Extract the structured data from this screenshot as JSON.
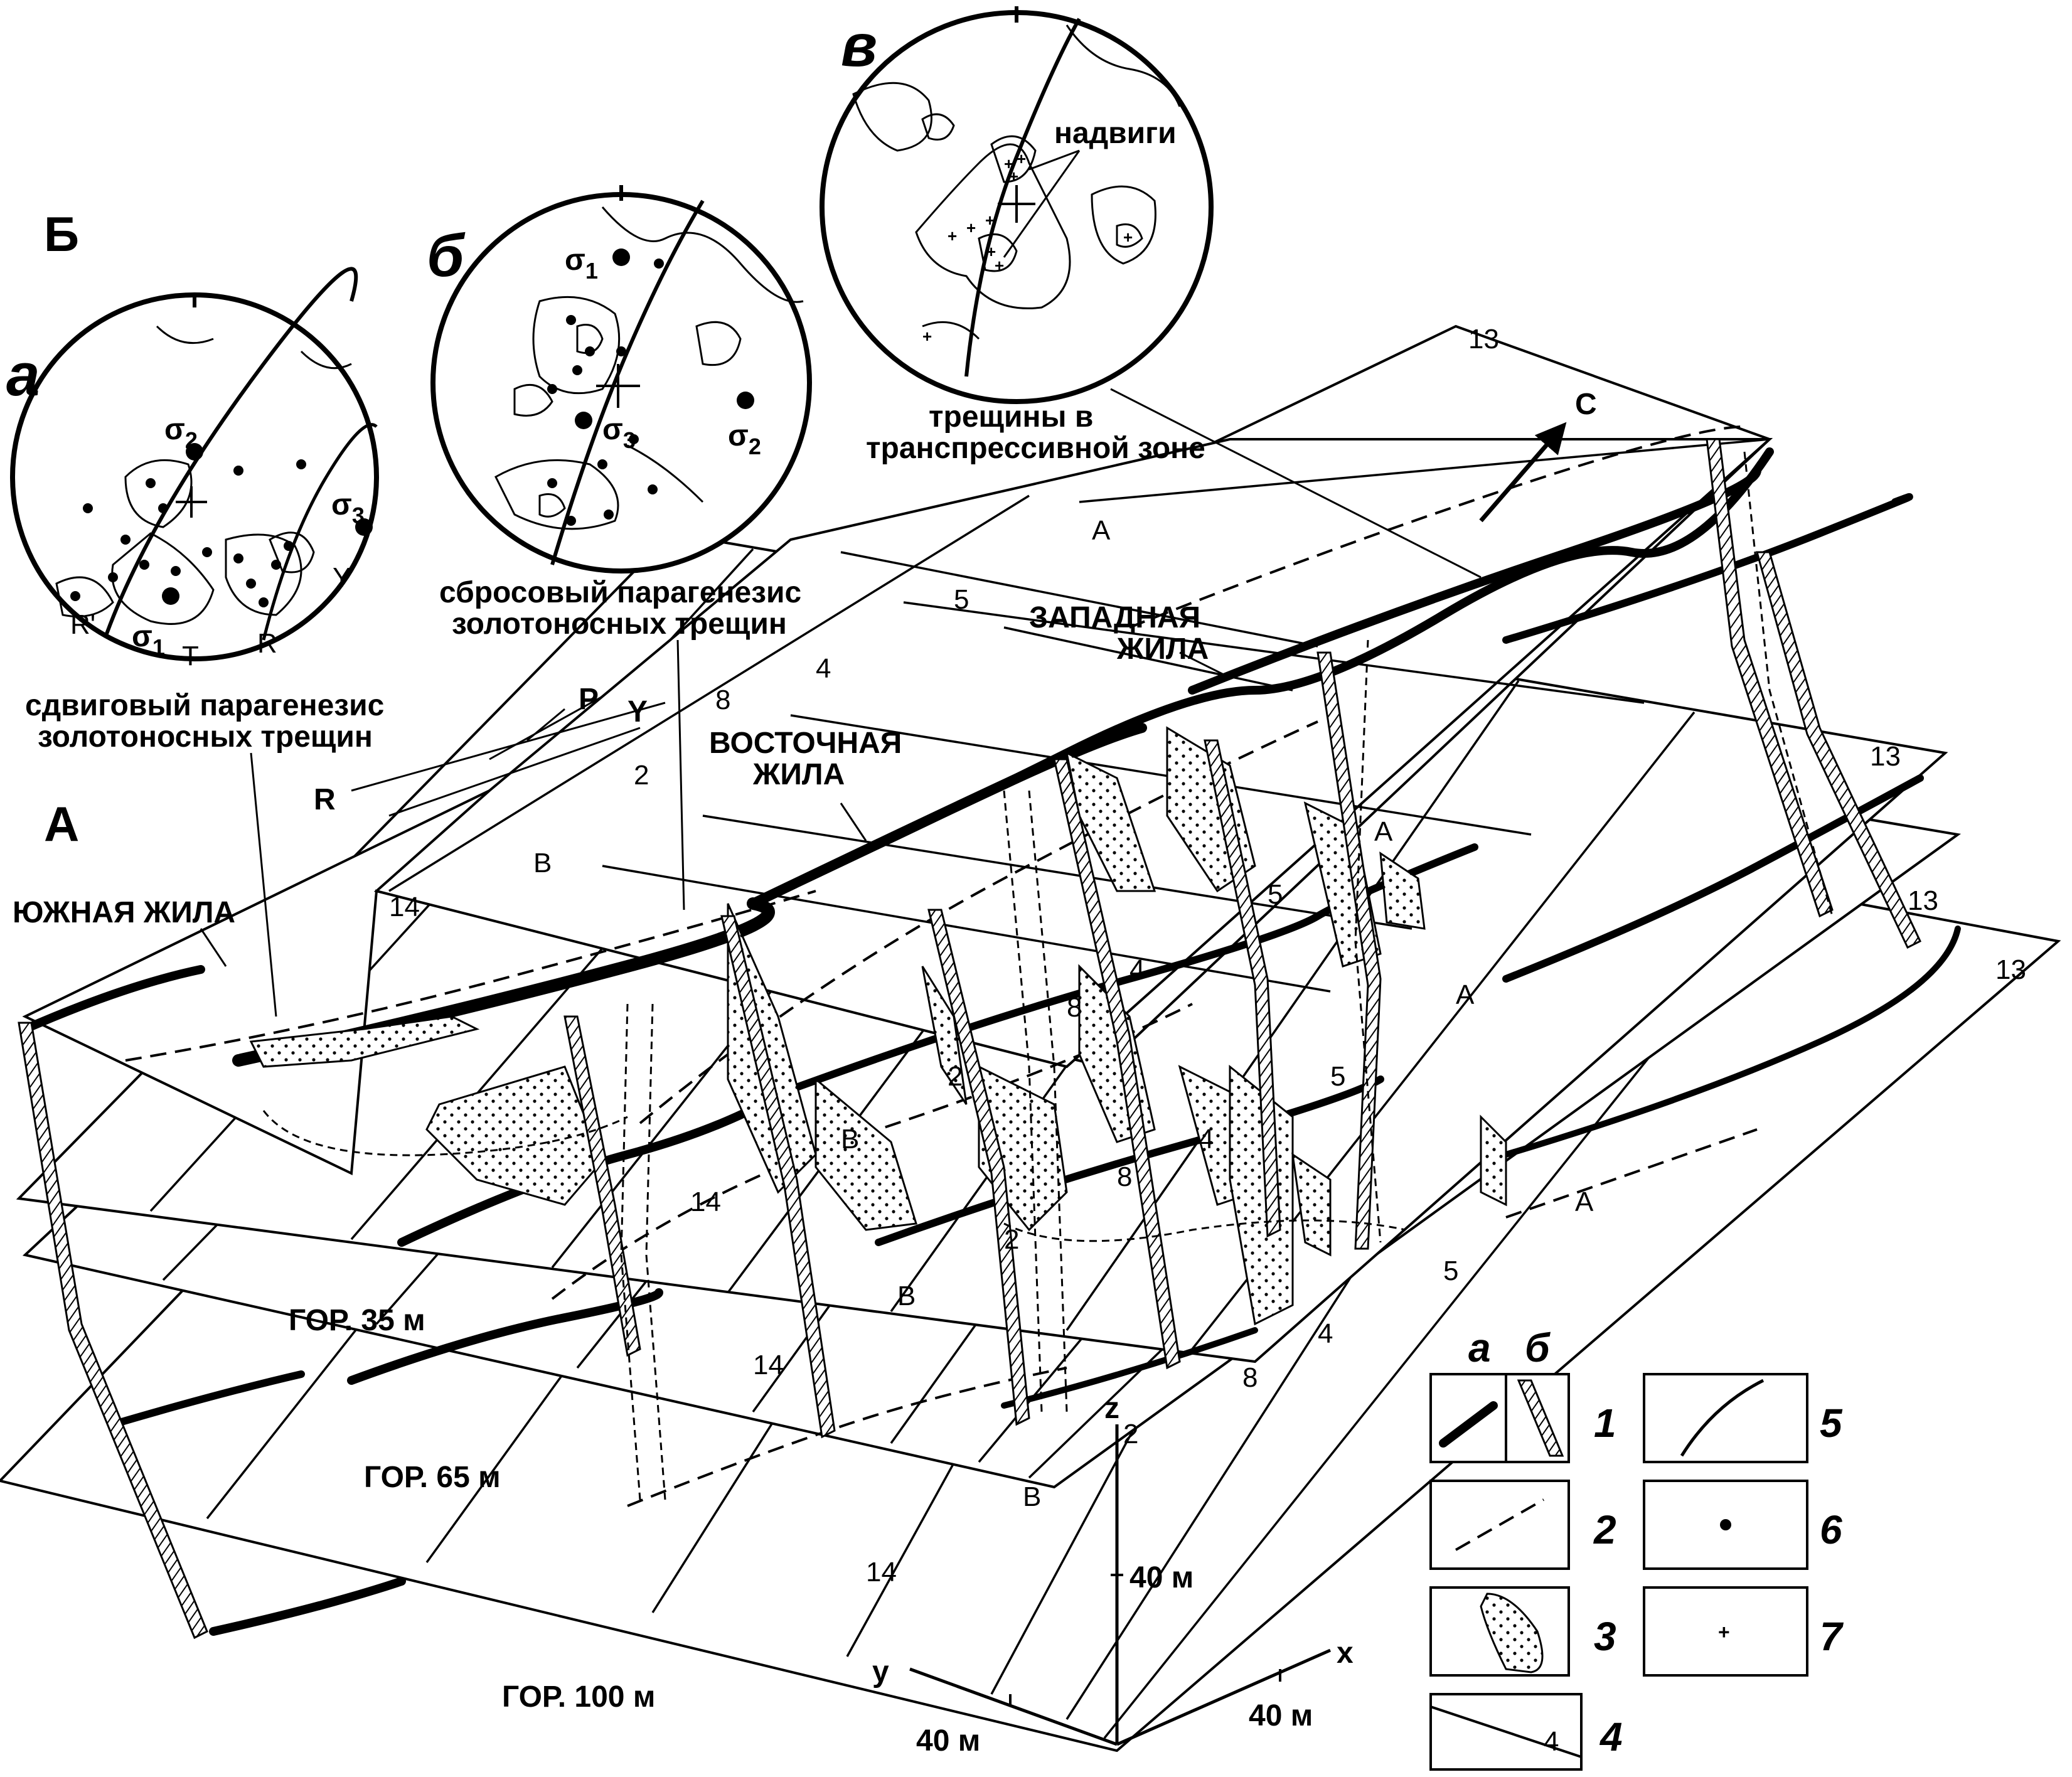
{
  "figure": {
    "panel_a_label": "А",
    "panel_b_label": "Б"
  },
  "stereonets": {
    "a": {
      "letter": "а",
      "sigma1": "σ",
      "sigma1_sub": "1",
      "sigma2": "σ",
      "sigma2_sub": "2",
      "sigma3": "σ",
      "sigma3_sub": "3",
      "labels": [
        "R'",
        "T",
        "R",
        "Y"
      ],
      "caption_line1": "сдвиговый парагенезис",
      "caption_line2": "золотоносных трещин"
    },
    "b": {
      "letter": "б",
      "sigma1": "σ",
      "sigma1_sub": "1",
      "sigma2": "σ",
      "sigma2_sub": "2",
      "sigma3": "σ",
      "sigma3_sub": "3",
      "caption_line1": "сбросовый парагенезис",
      "caption_line2": "золотоносных трещин"
    },
    "v": {
      "letter": "в",
      "inner_label": "надвиги",
      "caption_line1": "трещины в",
      "caption_line2": "транспрессивной  зоне"
    }
  },
  "shear_model": {
    "p": "P",
    "y": "Y",
    "r": "R"
  },
  "veins": {
    "south": "ЮЖНАЯ ЖИЛА",
    "east_line1": "ВОСТОЧНАЯ",
    "east_line2": "ЖИЛА",
    "west_line1": "ЗАПАДНАЯ",
    "west_line2": "ЖИЛА"
  },
  "levels": {
    "l35": "ГОР. 35 м",
    "l65": "ГОР. 65 м",
    "l100": "ГОР. 100 м"
  },
  "grid_labels": {
    "top": [
      "14",
      "В",
      "2",
      "8",
      "4",
      "5",
      "А",
      "13"
    ],
    "l35": [
      "14",
      "В",
      "2",
      "8",
      "4",
      "5",
      "А",
      "13"
    ],
    "l65": [
      "14",
      "В",
      "2",
      "8",
      "4",
      "5",
      "А",
      "13"
    ],
    "l100": [
      "14",
      "В",
      "2",
      "8",
      "4",
      "5",
      "А",
      "13"
    ]
  },
  "north": "С",
  "axes": {
    "z": "z",
    "y": "y",
    "x": "x",
    "z_scale": "40 м",
    "y_scale": "40 м",
    "x_scale": "40 м"
  },
  "legend": {
    "sub_a": "а",
    "sub_b": "б",
    "n1": "1",
    "n2": "2",
    "n3": "3",
    "n4": "4",
    "n5": "5",
    "n6": "6",
    "n7": "7",
    "box4_number": "4"
  }
}
